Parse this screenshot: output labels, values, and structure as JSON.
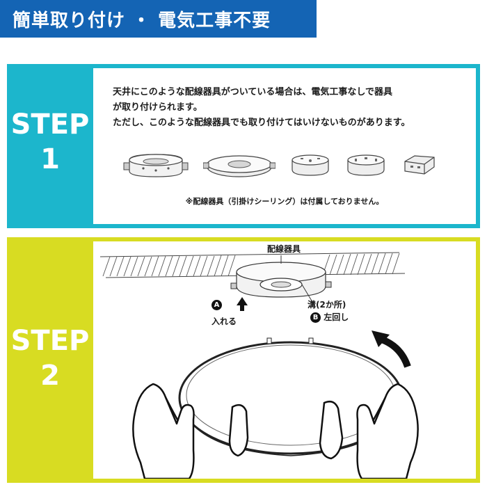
{
  "header": {
    "title": "簡単取り付け ・ 電気工事不要"
  },
  "step1": {
    "label_word": "STEP",
    "label_number": "1",
    "text_line1": "天井にこのような配線器具がついている場合は、電気工事なしで器具",
    "text_line2": "が取り付けられます。",
    "text_line3": "ただし、このような配線器具でも取り付けてはいけないものがあります。",
    "note": "※配線器具（引掛けシーリング）は付属しておりません。"
  },
  "step2": {
    "label_word": "STEP",
    "label_number": "2",
    "label_fixture": "配線器具",
    "badge_a": "A",
    "label_insert": "入れる",
    "label_groove": "溝(2か所)",
    "badge_b": "B",
    "label_rotate": "左回し"
  },
  "colors": {
    "header_blue": "#1464b4",
    "step1_cyan": "#1cb6cc",
    "step2_yellow": "#d8dc22"
  }
}
